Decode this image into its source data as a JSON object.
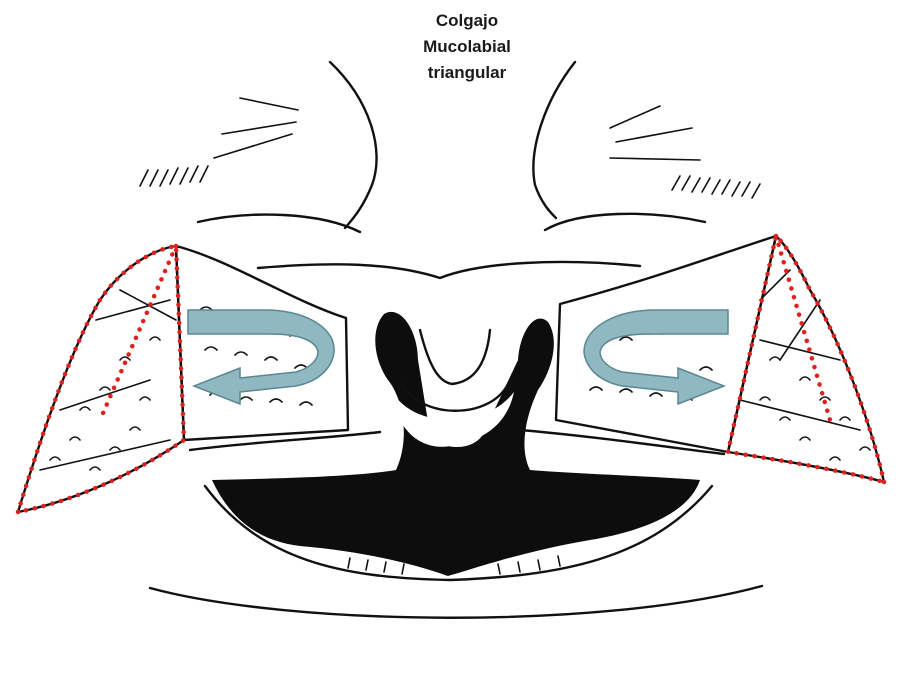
{
  "title": {
    "lines": [
      "Colgajo",
      "Mucolabial",
      "triangular"
    ]
  },
  "colors": {
    "incision_dots": "#e0201c",
    "arrow_fill": "#8fb8c2",
    "arrow_stroke": "#5a8792",
    "cavity_fill": "#0d0d0d",
    "ink": "#111111"
  }
}
